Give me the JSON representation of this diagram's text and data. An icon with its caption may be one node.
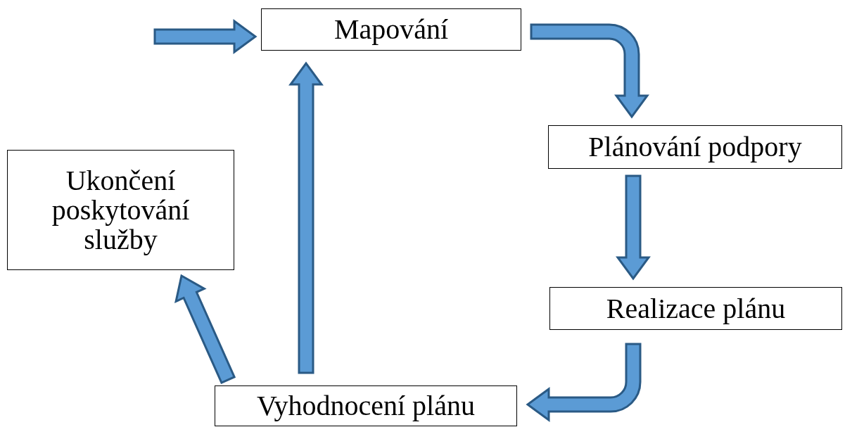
{
  "diagram": {
    "nodes": [
      {
        "text": [
          "Mapování"
        ]
      },
      {
        "text": [
          "Plánování podpory"
        ]
      },
      {
        "text": [
          "Realizace plánu"
        ]
      },
      {
        "text": [
          "Vyhodnocení plánu"
        ]
      },
      {
        "text": [
          "Ukončení poskytování služby"
        ]
      }
    ],
    "edges": [
      {
        "from": 0,
        "to": 1,
        "arrow": "to"
      },
      {
        "from": 1,
        "to": 2,
        "arrow": "to"
      },
      {
        "from": 2,
        "to": 3,
        "arrow": "to"
      },
      {
        "from": 3,
        "to": 0,
        "arrow": "to"
      },
      {
        "from": 3,
        "to": 4,
        "arrow": "to"
      },
      {
        "from": null,
        "to": 0,
        "arrow": "to"
      }
    ]
  }
}
